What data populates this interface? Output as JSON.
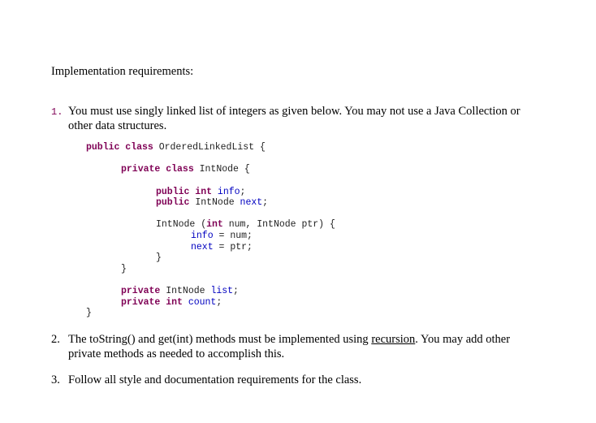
{
  "heading": "Implementation requirements:",
  "items": [
    {
      "number": "1.",
      "text": "You must use singly linked list of integers as given below.  You may not use a Java Collection or other data structures."
    },
    {
      "number": "2.",
      "text_before": "The toString() and get(int) methods must be implemented using ",
      "underlined": "recursion",
      "text_after": ".  You may add other private methods as needed to accomplish this."
    },
    {
      "number": "3.",
      "text": "Follow all style and documentation requirements for the class."
    }
  ],
  "code": {
    "line1": {
      "kw": "public class",
      "rest": " OrderedLinkedList {"
    },
    "line2": {
      "kw": "private class",
      "rest": " IntNode {"
    },
    "line3": {
      "kw": "public int",
      "fld": "info",
      "end": ";"
    },
    "line4": {
      "kw": "public",
      "type": " IntNode ",
      "fld": "next",
      "end": ";"
    },
    "line5": {
      "a": "IntNode (",
      "kw": "int",
      "b": " num, IntNode ptr) {"
    },
    "line6": {
      "fld": "info",
      "rest": " = num;"
    },
    "line7": {
      "fld": "next",
      "rest": " = ptr;"
    },
    "line8": "}",
    "line9": "}",
    "line10": {
      "kw": "private",
      "type": " IntNode ",
      "fld": "list",
      "end": ";"
    },
    "line11": {
      "kw": "private int",
      "fld": "count",
      "end": ";"
    },
    "line12": "}"
  },
  "colors": {
    "keyword": "#7f0055",
    "field": "#0000c0"
  }
}
